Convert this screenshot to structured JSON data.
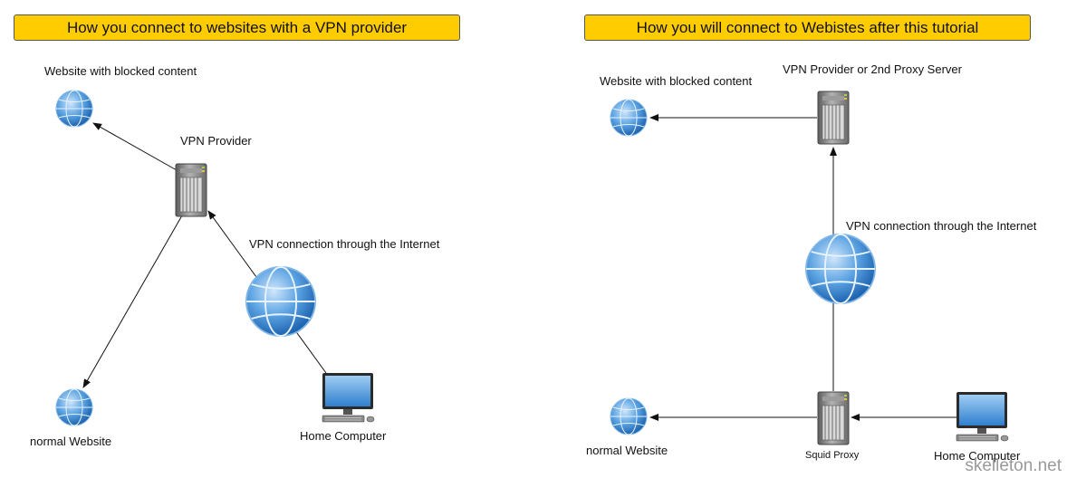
{
  "left_panel": {
    "title": "How you connect to websites with a VPN provider",
    "labels": {
      "blocked_site": "Website with blocked content",
      "vpn_provider": "VPN Provider",
      "vpn_connection": "VPN connection through the Internet",
      "normal_site": "normal Website",
      "home_computer": "Home Computer"
    }
  },
  "right_panel": {
    "title": "How you will connect to Webistes after this tutorial",
    "labels": {
      "blocked_site": "Website with blocked content",
      "vpn_provider": "VPN Provider or 2nd Proxy Server",
      "vpn_connection": "VPN connection through the Internet",
      "normal_site": "normal Website",
      "squid_proxy": "Squid Proxy",
      "home_computer": "Home Computer"
    }
  },
  "watermark": "skelleton.net",
  "colors": {
    "title_bg": "#ffcc00",
    "globe": "#4a90d9",
    "server": "#8a8a8a",
    "monitor": "#3d8fd6"
  },
  "icons": [
    "globe-icon",
    "server-icon",
    "computer-icon"
  ]
}
